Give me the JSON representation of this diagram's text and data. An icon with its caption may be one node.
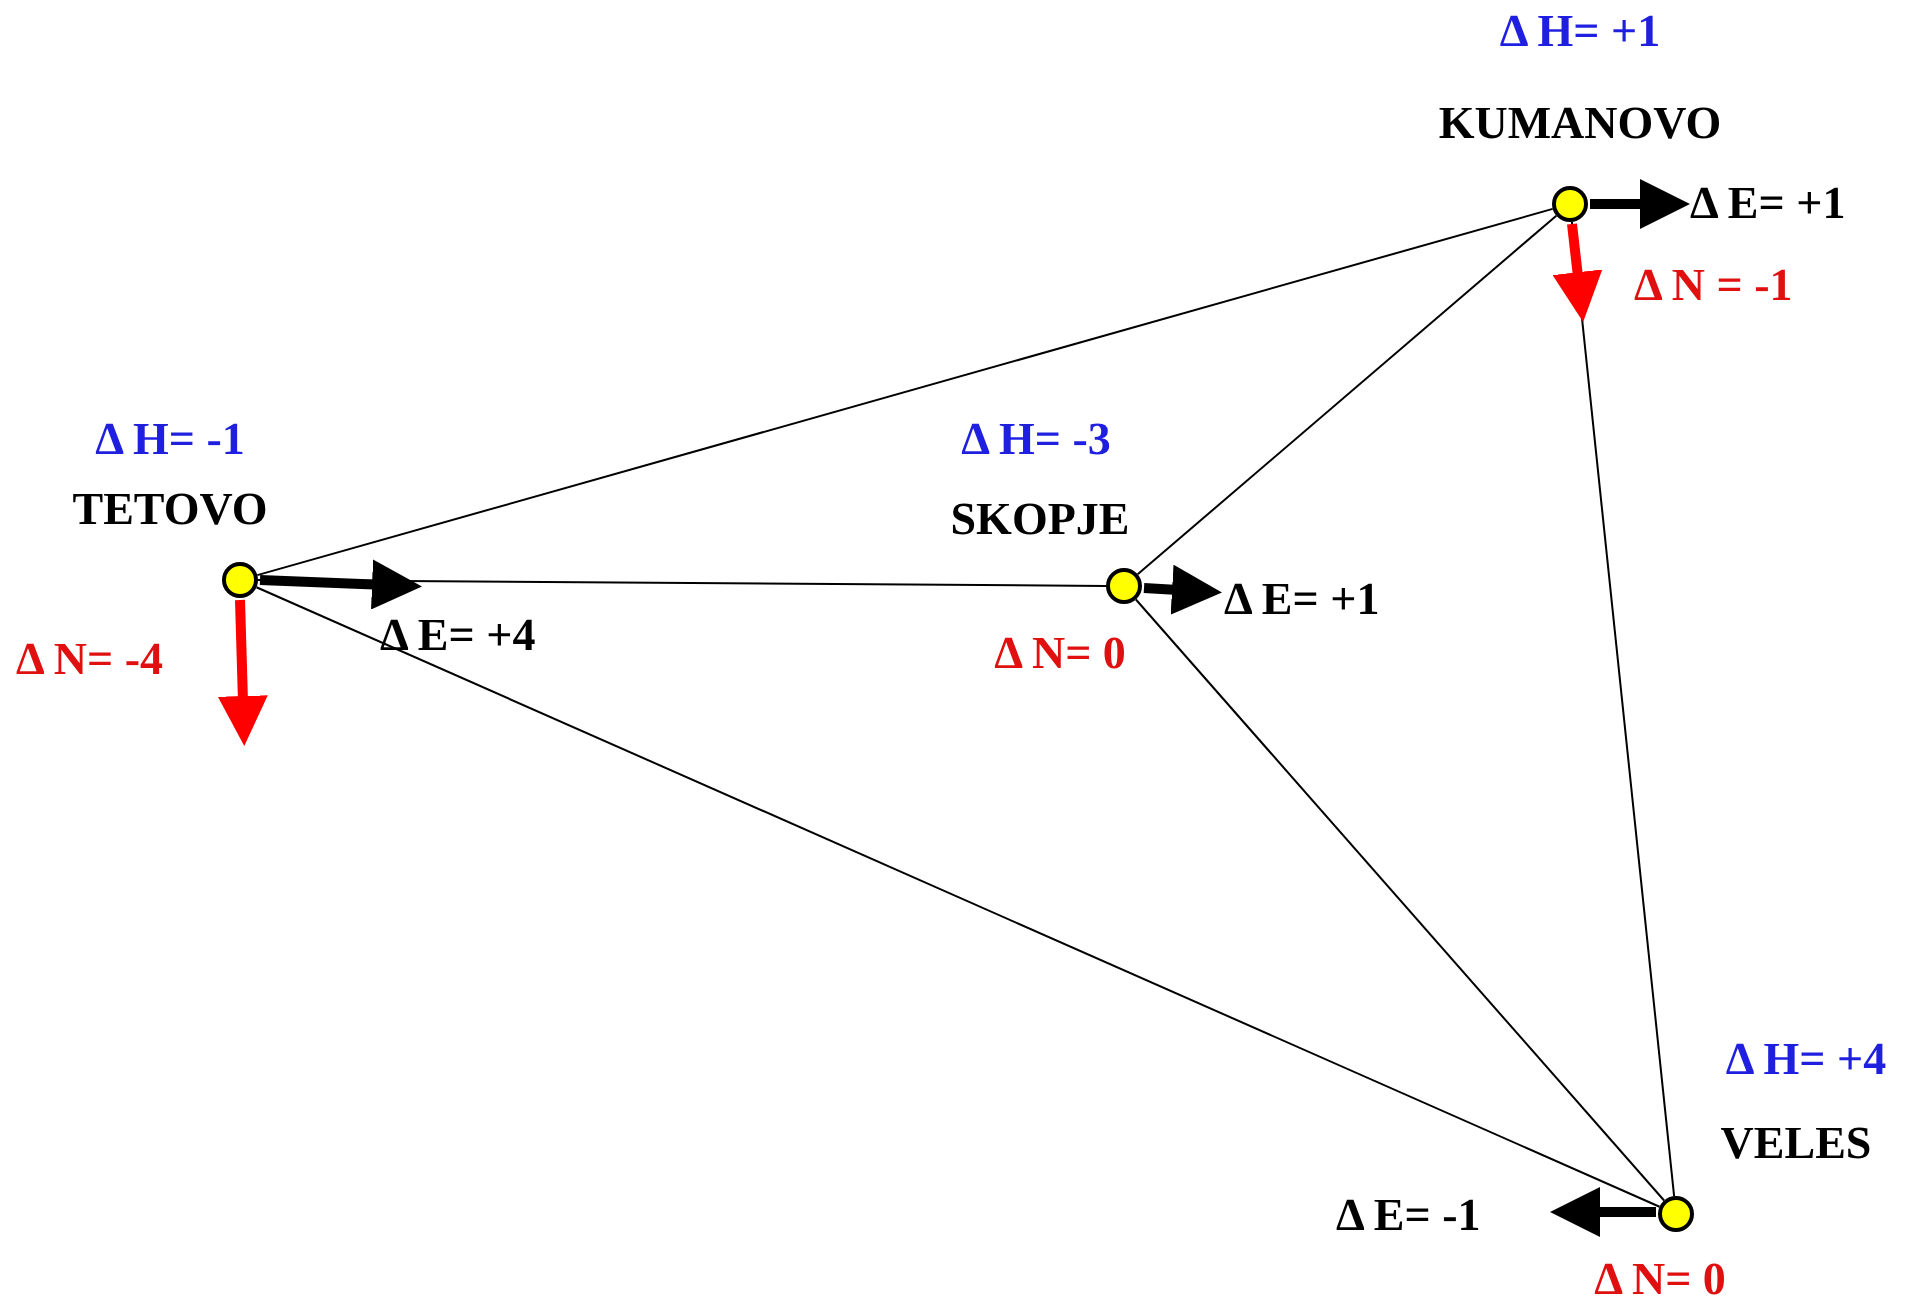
{
  "diagram": {
    "nodes": [
      {
        "text": [
          "Δ H= +1",
          "KUMANOVO"
        ],
        "beside": [
          "Δ E= +1",
          "Δ N = -1"
        ]
      },
      {
        "text": [
          "Δ H= -1",
          "TETOVO"
        ],
        "beside": [
          "Δ E= +4",
          "Δ N= -4"
        ]
      },
      {
        "text": [
          "Δ H= -3",
          "SKOPJE"
        ],
        "beside": [
          "Δ E= +1",
          "Δ N= 0"
        ]
      },
      {
        "text": [
          "Δ H= +4",
          "VELES"
        ],
        "beside": [
          "Δ E= -1",
          "Δ N= 0"
        ]
      }
    ],
    "edges": [
      {
        "from": 1,
        "to": 0,
        "arrow": "none"
      },
      {
        "from": 1,
        "to": 2,
        "arrow": "none"
      },
      {
        "from": 1,
        "to": 3,
        "arrow": "none"
      },
      {
        "from": 2,
        "to": 0,
        "arrow": "none"
      },
      {
        "from": 2,
        "to": 3,
        "arrow": "none"
      },
      {
        "from": 0,
        "to": 3,
        "arrow": "none"
      }
    ]
  }
}
